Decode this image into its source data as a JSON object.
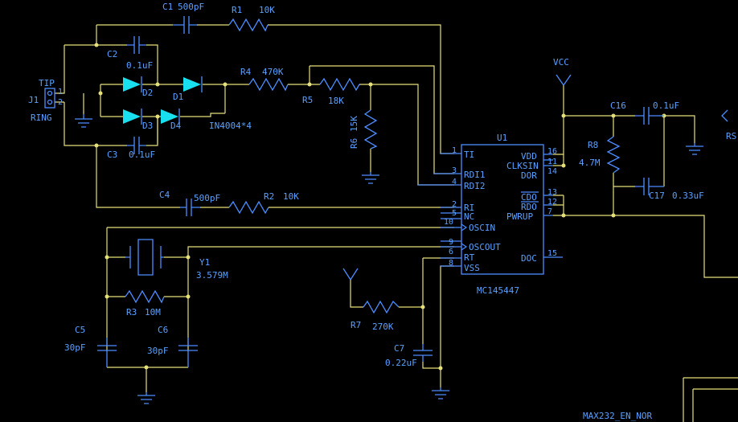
{
  "colors": {
    "wire": "#e6e07a",
    "component": "#4d8dff",
    "text": "#5aa0ff",
    "diode_fill": "#19e0ee",
    "background": "#000000"
  },
  "components": {
    "c1": {
      "ref": "C1",
      "value": "500pF"
    },
    "r1": {
      "ref": "R1",
      "value": "10K"
    },
    "c2": {
      "ref": "C2",
      "value": "0.1uF"
    },
    "c3": {
      "ref": "C3",
      "value": "0.1uF"
    },
    "c4": {
      "ref": "C4",
      "value": "500pF"
    },
    "r2": {
      "ref": "R2",
      "value": "10K"
    },
    "r4": {
      "ref": "R4",
      "value": "470K"
    },
    "r5": {
      "ref": "R5",
      "value": "18K"
    },
    "r6": {
      "ref": "R6",
      "value": "15K"
    },
    "r3": {
      "ref": "R3",
      "value": "10M"
    },
    "r7": {
      "ref": "R7",
      "value": "270K"
    },
    "r8": {
      "ref": "R8",
      "value": "4.7M"
    },
    "c5": {
      "ref": "C5",
      "value": "30pF"
    },
    "c6": {
      "ref": "C6",
      "value": "30pF"
    },
    "c7": {
      "ref": "C7",
      "value": "0.22uF"
    },
    "c16": {
      "ref": "C16",
      "value": "0.1uF"
    },
    "c17": {
      "ref": "C17",
      "value": "0.33uF"
    },
    "y1": {
      "ref": "Y1",
      "value": "3.579M"
    },
    "d1": {
      "ref": "D1"
    },
    "d2": {
      "ref": "D2"
    },
    "d3": {
      "ref": "D3"
    },
    "d4": {
      "ref": "D4"
    },
    "diode_type": "IN4004*4",
    "j1": {
      "ref": "J1",
      "tip": "TIP",
      "ring": "RING",
      "pin1": "1",
      "pin2": "2"
    }
  },
  "vcc_label": "VCC",
  "u1": {
    "ref": "U1",
    "part": "MC145447",
    "left_pins": [
      {
        "num": "1",
        "name": "TI"
      },
      {
        "num": "3",
        "name": "RDI1"
      },
      {
        "num": "4",
        "name": "RDI2"
      },
      {
        "num": "2",
        "name": "RI"
      },
      {
        "num": "5",
        "name": "RI"
      },
      {
        "num": "10",
        "name": "NC"
      },
      {
        "num": "",
        "name": "OSCIN"
      },
      {
        "num": "9",
        "name": ""
      },
      {
        "num": "6",
        "name": "OSCOUT"
      },
      {
        "num": "",
        "name": "RT"
      },
      {
        "num": "8",
        "name": "VSS"
      }
    ],
    "right_pins": [
      {
        "num": "16",
        "name": "VDD"
      },
      {
        "num": "11",
        "name": "CLKSIN"
      },
      {
        "num": "14",
        "name": "DOR"
      },
      {
        "num": "13",
        "name": "CDO"
      },
      {
        "num": "12",
        "name": "RDO"
      },
      {
        "num": "7",
        "name": "PWRUP"
      },
      {
        "num": "15",
        "name": "DOC"
      }
    ]
  },
  "net_label_rs": "RS",
  "sheet_label": "MAX232_EN_NOR"
}
